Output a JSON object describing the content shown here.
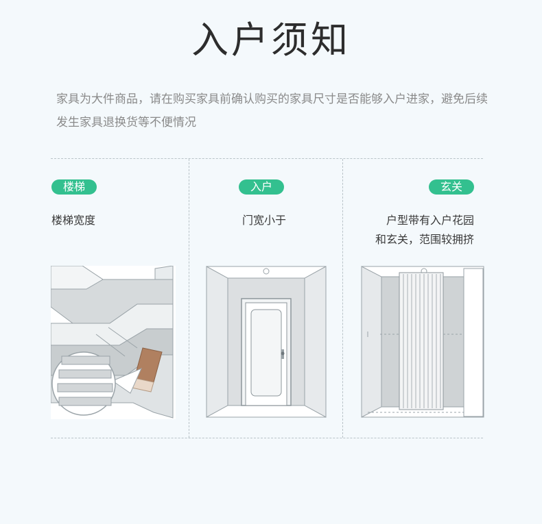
{
  "title": "入户须知",
  "intro": "家具为大件商品，请在购买家具前确认购买的家具尺寸是否能够入户进家，避免后续发生家具退换货等不便情况",
  "columns": [
    {
      "badge": "楼梯",
      "caption": "楼梯宽度"
    },
    {
      "badge": "入户",
      "caption": "门宽小于"
    },
    {
      "badge": "玄关",
      "caption_line1": "户型带有入户花园",
      "caption_line2": "和玄关，范围较拥挤"
    }
  ],
  "colors": {
    "accent": "#33c08f",
    "title": "#2d2d2d",
    "text": "#3a3a3a",
    "muted": "#8a8a8a",
    "line": "#b9c3c8"
  },
  "icons": [
    "stairs-illustration",
    "door-illustration",
    "hallway-curtain-illustration"
  ]
}
